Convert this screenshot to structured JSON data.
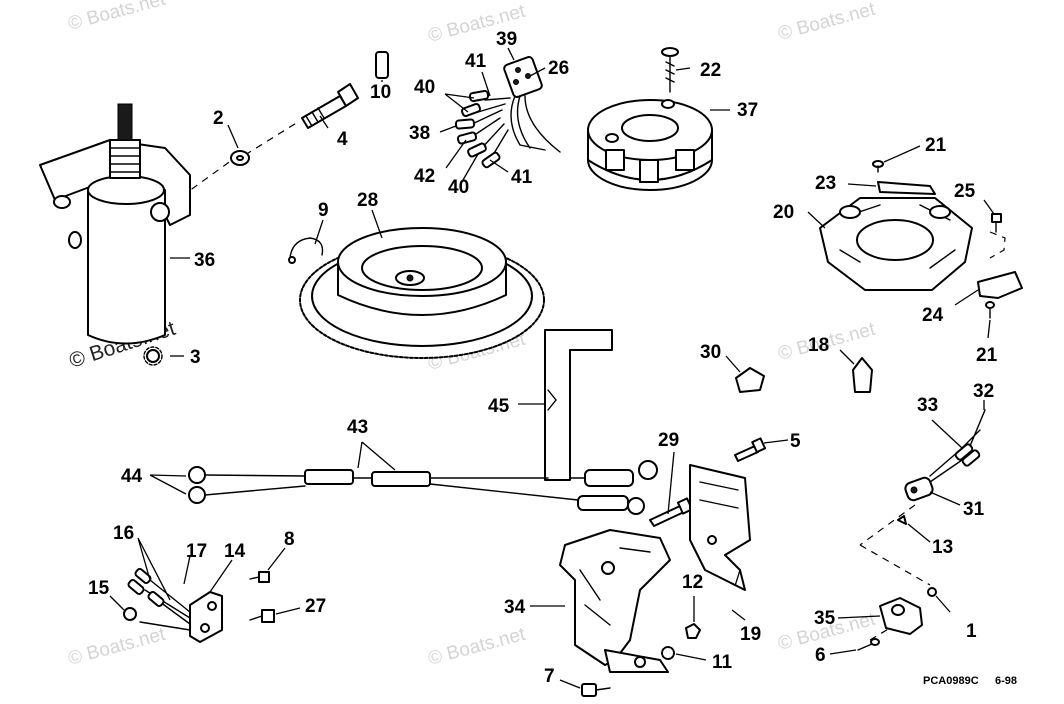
{
  "watermark": {
    "text": "© Boats.net"
  },
  "callouts": [
    "1",
    "2",
    "3",
    "4",
    "5",
    "6",
    "7",
    "8",
    "9",
    "10",
    "11",
    "12",
    "13",
    "14",
    "15",
    "16",
    "17",
    "18",
    "19",
    "20",
    "21",
    "22",
    "23",
    "24",
    "25",
    "26",
    "27",
    "28",
    "29",
    "30",
    "31",
    "32",
    "33",
    "34",
    "35",
    "36",
    "37",
    "38",
    "39",
    "40",
    "41",
    "42",
    "43",
    "44",
    "45"
  ],
  "figure_code": "PCA0989C",
  "revision": "6-98",
  "colors": {
    "ink": "#000000",
    "watermark": "#d4d4d4",
    "paper": "#ffffff"
  }
}
